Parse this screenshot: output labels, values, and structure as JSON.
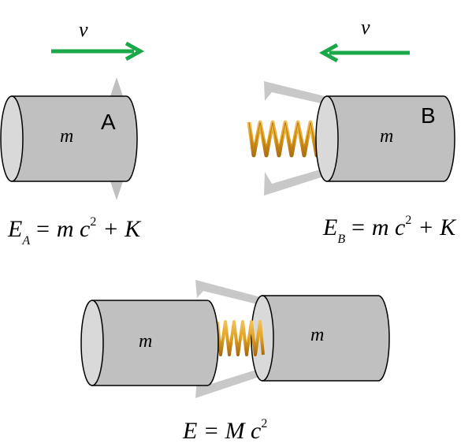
{
  "velocity_label": "v",
  "mass_label": "m",
  "labels": {
    "a": "A",
    "b": "B"
  },
  "equations": {
    "ea": {
      "sym": "E",
      "sub": "A",
      "rest": "= m c",
      "sup": "2",
      "tail": "+ K"
    },
    "eb": {
      "sym": "E",
      "sub": "B",
      "rest": "= m c",
      "sup": "2",
      "tail": "+ K"
    },
    "e": {
      "text": "E = M c",
      "sup": "2"
    }
  },
  "colors": {
    "arrow": "#1aa84a",
    "cylinder_body": "#c0c0c0",
    "cylinder_face": "#d9d9d9",
    "bracket": "#c8c8c8",
    "spring": "#e0a020",
    "spring_dark": "#b7790f"
  }
}
